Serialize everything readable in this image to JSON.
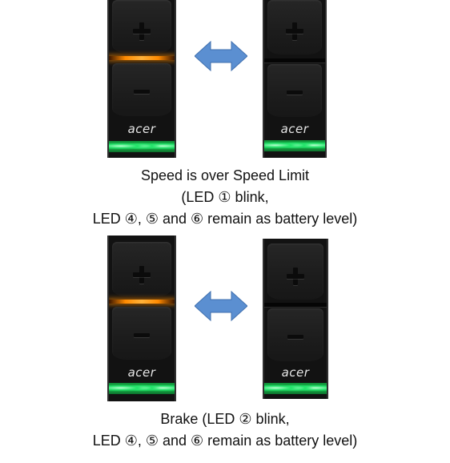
{
  "brand_logo": "acer",
  "sections": [
    {
      "caption_lines": [
        "Speed is over Speed Limit",
        "(LED ① blink,",
        "LED ④, ⑤ and ⑥ remain as battery level)"
      ],
      "left_panel_state": "LED 1 lit (orange)",
      "right_panel_state": "LED 1 off"
    },
    {
      "caption_lines": [
        "Brake (LED ② blink,",
        "LED ④, ⑤ and ⑥ remain as battery level)"
      ],
      "left_panel_state": "LED 2 lit (orange)",
      "right_panel_state": "LED 2 off"
    }
  ],
  "colors": {
    "led_orange": "#ff8a00",
    "led_green": "#23e36a",
    "arrow_blue": "#5b8fd1",
    "panel_black": "#121212"
  },
  "icons": [
    "plus-button-icon",
    "minus-button-icon",
    "double-arrow-icon"
  ]
}
